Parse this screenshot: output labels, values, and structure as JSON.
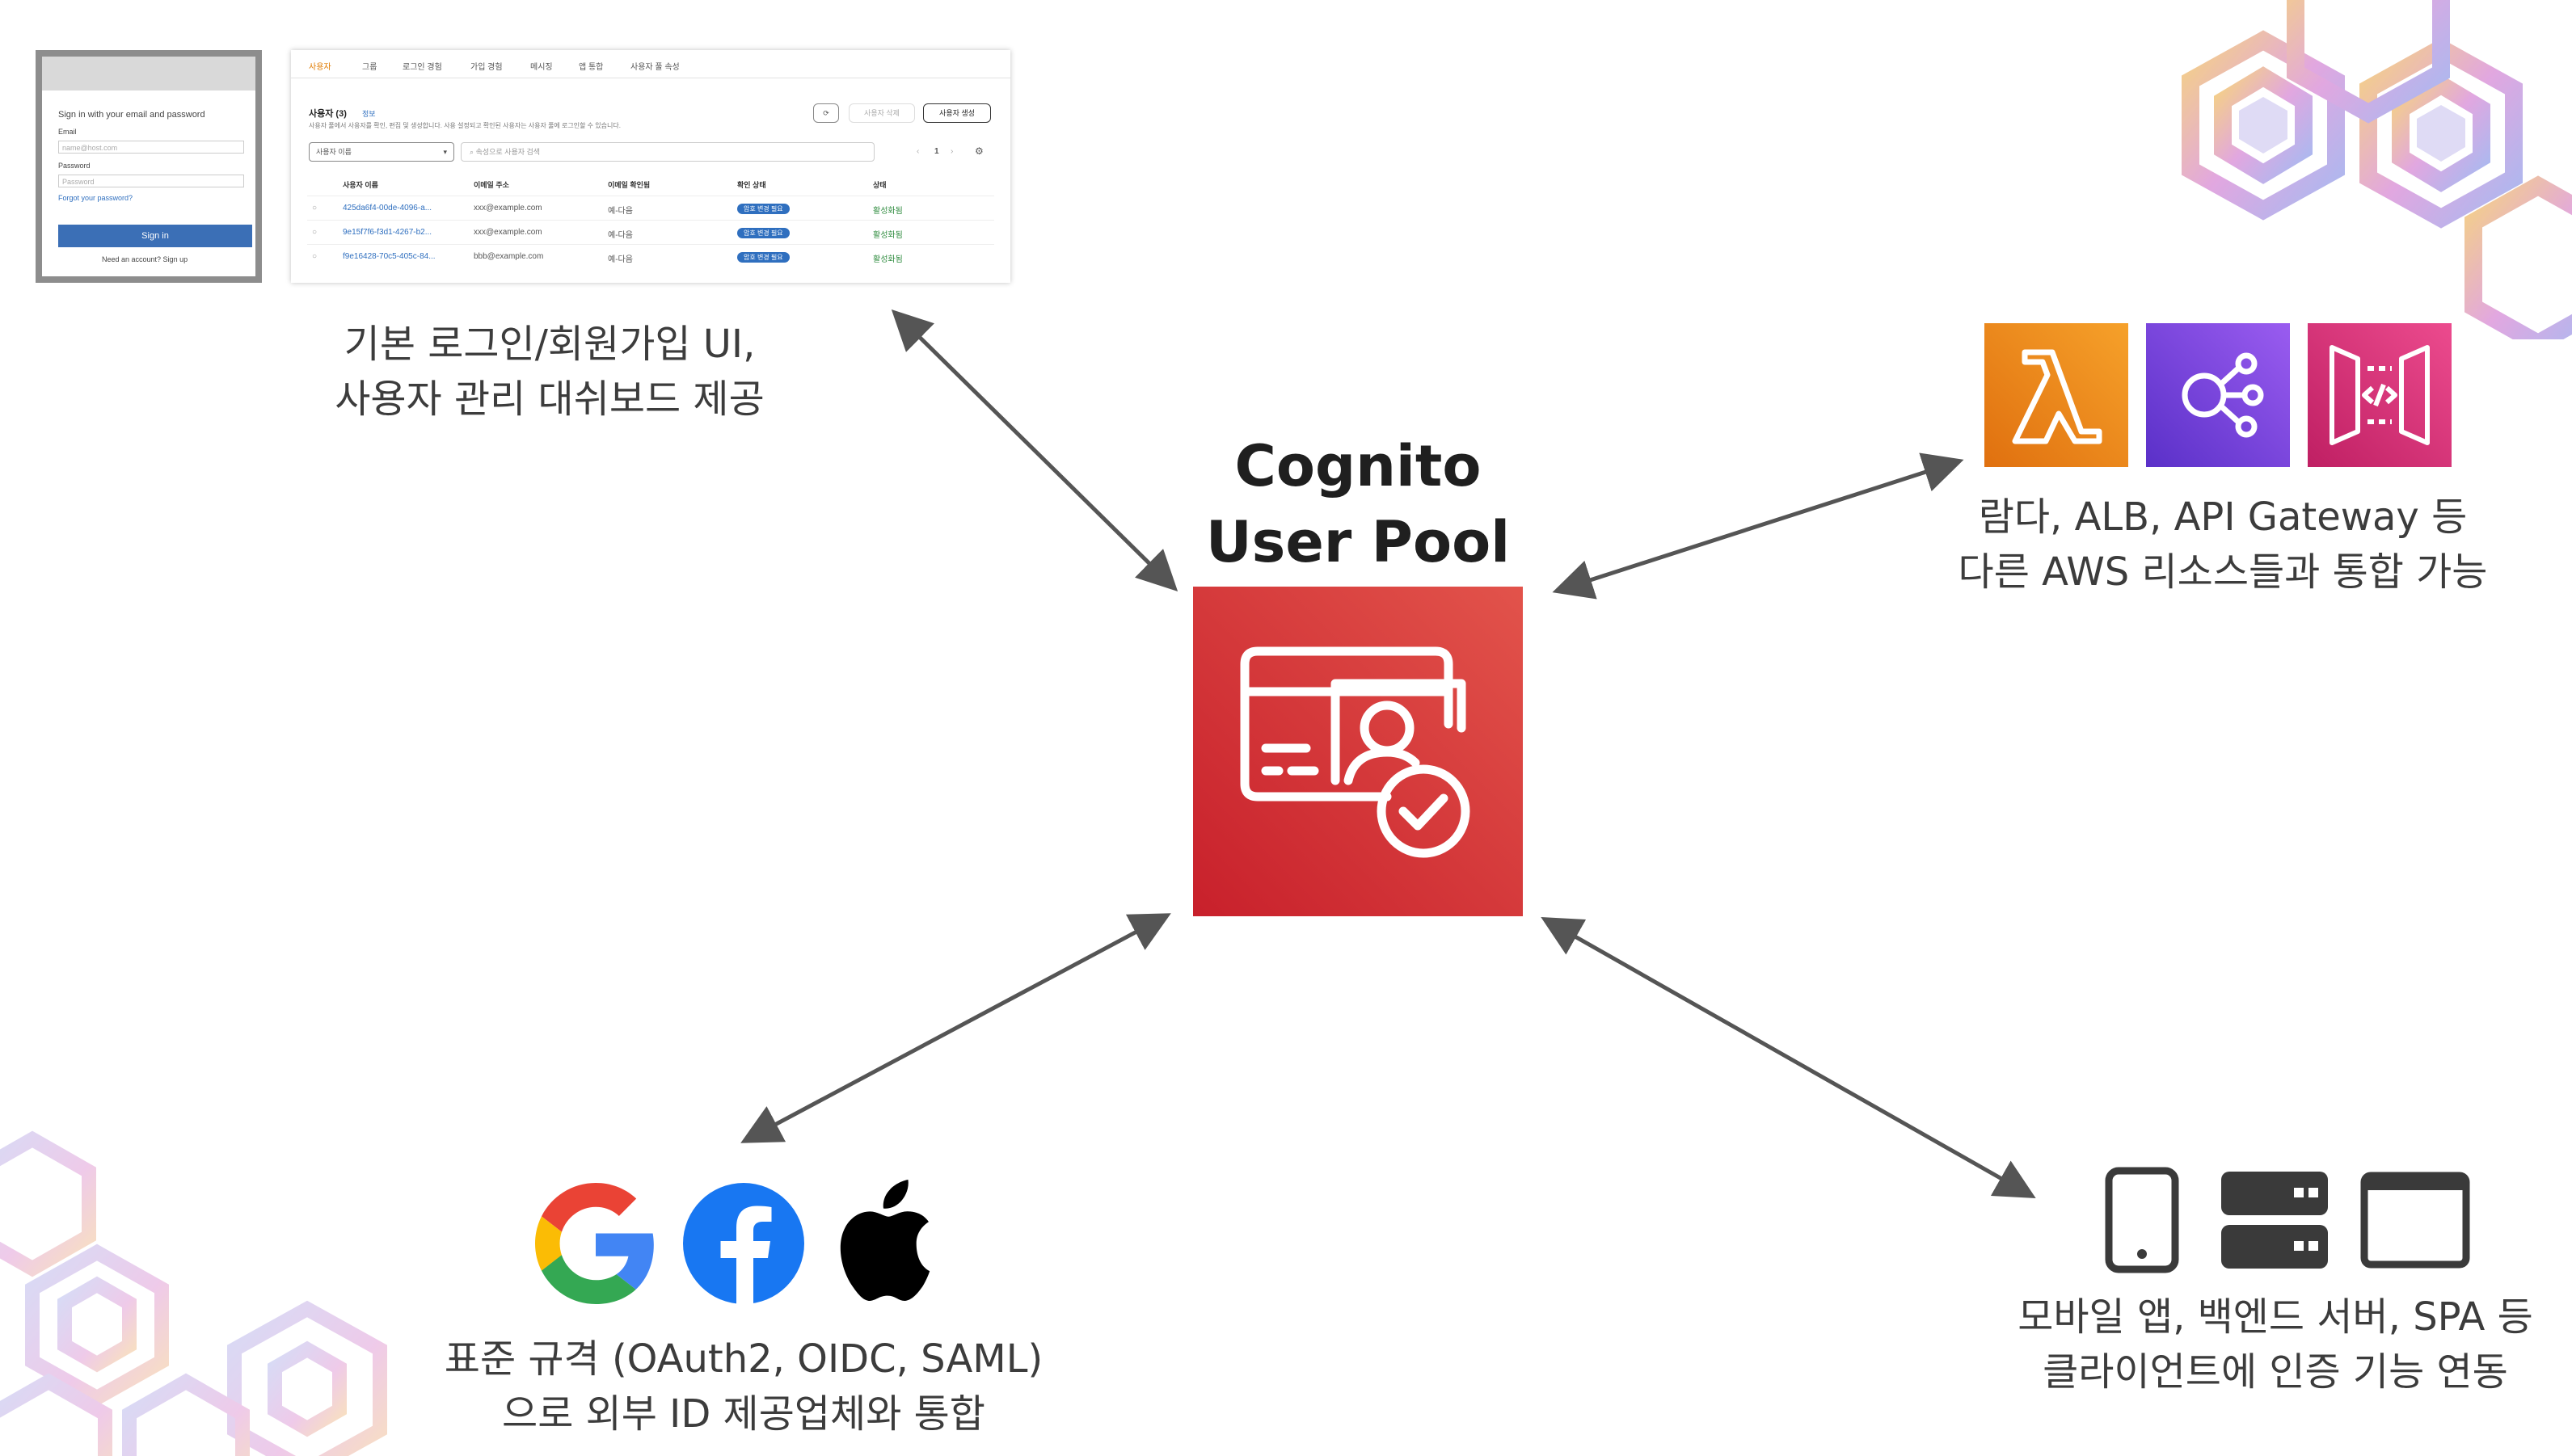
{
  "center": {
    "title_line1": "Cognito",
    "title_line2": "User Pool"
  },
  "captions": {
    "top_left_1": "기본 로그인/회원가입 UI,",
    "top_left_2": "사용자 관리 대쉬보드 제공",
    "top_right_1": "람다, ALB, API Gateway 등",
    "top_right_2": "다른 AWS 리소스들과 통합 가능",
    "bottom_left_1": "표준 규격 (OAuth2, OIDC, SAML)",
    "bottom_left_2": "으로 외부 ID 제공업체와 통합",
    "bottom_right_1": "모바일 앱, 백엔드 서버, SPA 등",
    "bottom_right_2": "클라이언트에 인증 기능 연동"
  },
  "login_card": {
    "heading": "Sign in with your email and password",
    "email_label": "Email",
    "email_placeholder": "name@host.com",
    "password_label": "Password",
    "password_placeholder": "Password",
    "forgot": "Forgot your password?",
    "signin": "Sign in",
    "need_account": "Need an account? Sign up"
  },
  "console": {
    "tabs": [
      "사용자",
      "그룹",
      "로그인 경험",
      "가입 경험",
      "메시징",
      "앱 통합",
      "사용자 풀 속성"
    ],
    "title": "사용자 (3)",
    "info": "정보",
    "description": "사용자 풀에서 사용자를 확인, 편집 및 생성합니다. 사용 설정되고 확인된 사용자는 사용자 풀에 로그인할 수 있습니다.",
    "delete_button": "사용자 삭제",
    "create_button": "사용자 생성",
    "filter_select": "사용자 이름",
    "search_placeholder": "속성으로 사용자 검색",
    "page": "1",
    "columns": [
      "사용자 이름",
      "이메일 주소",
      "이메일 확인됨",
      "확인 상태",
      "상태"
    ],
    "rows": [
      {
        "user": "425da6f4-00de-4096-a...",
        "email": "xxx@example.com",
        "verified": "예-다음",
        "confirm": "암호 변경 필요",
        "status": "활성화됨"
      },
      {
        "user": "9e15f7f6-f3d1-4267-b2...",
        "email": "xxx@example.com",
        "verified": "예-다음",
        "confirm": "암호 변경 필요",
        "status": "활성화됨"
      },
      {
        "user": "f9e16428-70c5-405c-84...",
        "email": "bbb@example.com",
        "verified": "예-다음",
        "confirm": "암호 변경 필요",
        "status": "활성화됨"
      }
    ]
  },
  "icons": {
    "aws": [
      "lambda-icon",
      "eventbridge-icon",
      "api-gateway-icon"
    ],
    "idp": [
      "google-icon",
      "facebook-icon",
      "apple-icon"
    ],
    "clients": [
      "mobile-icon",
      "server-icon",
      "browser-icon"
    ]
  },
  "colors": {
    "cognito": "#d6322f",
    "lambda": "#f28c18",
    "eventbridge": "#7b45d9",
    "apigw": "#d8347a",
    "arrow": "#555555"
  }
}
